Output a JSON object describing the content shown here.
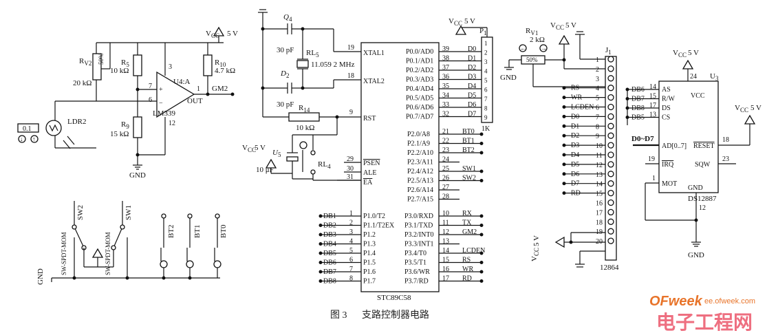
{
  "labels": {
    "vcc": "V",
    "vcc_sub": "CC",
    "five_v": "5 V",
    "gnd": "GND",
    "c_val": "0.1",
    "ldr": "LDR2",
    "rv2_name": "R",
    "rv2_sub": "V2",
    "rv2_val": "20 kΩ",
    "rv2_pct": "50%",
    "r5_name": "R",
    "r5_sub": "5",
    "r5_val": "10 kΩ",
    "r9_name": "R",
    "r9_sub": "9",
    "r9_val": "15 kΩ",
    "r10_name": "R",
    "r10_sub": "10",
    "r10_val": "4.7 kΩ",
    "u4a": "U4:A",
    "lm339": "LM339",
    "out": "OUT",
    "gm2": "GM2",
    "q4": "Q",
    "q4_sub": "4",
    "d2": "D",
    "d2_sub": "2",
    "c30a": "30 pF",
    "c30b": "30 pF",
    "rl5": "RL",
    "rl5_sub": "5",
    "xtal": "11.059 2 MHz",
    "r14": "R",
    "r14_sub": "14",
    "r14_val": "10 kΩ",
    "u5": "U",
    "u5_sub": "5",
    "u5_val": "10 μF",
    "rl4": "RL",
    "rl4_sub": "4",
    "mcu": "STC89C58",
    "p1": "P",
    "p1_sub": "1",
    "p1_1k": "1K",
    "rv1": "R",
    "rv1_sub": "V1",
    "rv1_val": "2 kΩ",
    "rv1_pct": "50%",
    "j1": "J",
    "j1_sub": "1",
    "lcd": "12864",
    "u3": "U",
    "u3_sub": "3",
    "ds": "DS12887",
    "d0d7": "D0~D7",
    "sw2": "SW2",
    "sw1": "SW1",
    "sw_mom1": "SW-SPDT-MOM",
    "sw_mom2": "SW-SPDT-MOM",
    "bt2": "BT2",
    "bt1": "BT1",
    "bt0": "BT0"
  },
  "comparator_pins": [
    "3",
    "7",
    "6",
    "12",
    "1"
  ],
  "mcu_left": [
    {
      "num": "19",
      "name": "XTAL1"
    },
    {
      "num": "18",
      "name": "XTAL2"
    },
    {
      "num": "9",
      "name": "RST"
    },
    {
      "num": "29",
      "name": "PSEN"
    },
    {
      "num": "30",
      "name": "ALE"
    },
    {
      "num": "31",
      "name": "EA"
    }
  ],
  "mcu_right_p0": [
    {
      "name": "P0.0/AD0",
      "num": "39",
      "net": "D0"
    },
    {
      "name": "P0.1/AD1",
      "num": "38",
      "net": "D1"
    },
    {
      "name": "P0.2/AD2",
      "num": "37",
      "net": "D2"
    },
    {
      "name": "P0.3/AD3",
      "num": "36",
      "net": "D3"
    },
    {
      "name": "P0.4/AD4",
      "num": "35",
      "net": "D4"
    },
    {
      "name": "P0.5/AD5",
      "num": "34",
      "net": "D5"
    },
    {
      "name": "P0.6/AD6",
      "num": "33",
      "net": "D6"
    },
    {
      "name": "P0.7/AD7",
      "num": "32",
      "net": "D7"
    }
  ],
  "mcu_right_p2": [
    {
      "name": "P2.0/A8",
      "num": "21",
      "net": "BT0"
    },
    {
      "name": "P2.1/A9",
      "num": "22",
      "net": "BT1"
    },
    {
      "name": "P2.2/A10",
      "num": "23",
      "net": "BT2"
    },
    {
      "name": "P2.3/A11",
      "num": "24",
      "net": ""
    },
    {
      "name": "P2.4/A12",
      "num": "25",
      "net": "SW1"
    },
    {
      "name": "P2.5/A13",
      "num": "26",
      "net": "SW2"
    },
    {
      "name": "P2.6/A14",
      "num": "27",
      "net": ""
    },
    {
      "name": "P2.7/A15",
      "num": "28",
      "net": ""
    }
  ],
  "mcu_p1": [
    {
      "net": "DB1",
      "num": "1",
      "name": "P1.0/T2"
    },
    {
      "net": "DB2",
      "num": "2",
      "name": "P1.1/T2EX"
    },
    {
      "net": "DB3",
      "num": "3",
      "name": "P1.2"
    },
    {
      "net": "DB4",
      "num": "4",
      "name": "P1.3"
    },
    {
      "net": "DB5",
      "num": "5",
      "name": "P1.4"
    },
    {
      "net": "DB6",
      "num": "6",
      "name": "P1.5"
    },
    {
      "net": "DB7",
      "num": "7",
      "name": "P1.6"
    },
    {
      "net": "DB8",
      "num": "8",
      "name": "P1.7"
    }
  ],
  "mcu_p3": [
    {
      "name": "P3.0/RXD",
      "num": "10",
      "net": "RX"
    },
    {
      "name": "P3.1/TXD",
      "num": "11",
      "net": "TX"
    },
    {
      "name": "P3.2/INT0",
      "num": "12",
      "net": "GM2"
    },
    {
      "name": "P3.3/INT1",
      "num": "13",
      "net": ""
    },
    {
      "name": "P3.4/T0",
      "num": "14",
      "net": "LCDEN"
    },
    {
      "name": "P3.5/T1",
      "num": "15",
      "net": "RS"
    },
    {
      "name": "P3.6/WR",
      "num": "16",
      "net": "WR"
    },
    {
      "name": "P3.7/RD",
      "num": "17",
      "net": "RD"
    }
  ],
  "p1_pins": [
    "1",
    "2",
    "3",
    "4",
    "5",
    "6",
    "7",
    "8",
    "9"
  ],
  "j1_pins": [
    {
      "num": "1",
      "net": ""
    },
    {
      "num": "2",
      "net": ""
    },
    {
      "num": "3",
      "net": ""
    },
    {
      "num": "4",
      "net": "RS"
    },
    {
      "num": "5",
      "net": "WR"
    },
    {
      "num": "6",
      "net": "LCDEN"
    },
    {
      "num": "7",
      "net": "D0"
    },
    {
      "num": "8",
      "net": "D1"
    },
    {
      "num": "9",
      "net": "D2"
    },
    {
      "num": "10",
      "net": "D3"
    },
    {
      "num": "11",
      "net": "D4"
    },
    {
      "num": "12",
      "net": "D5"
    },
    {
      "num": "13",
      "net": "D6"
    },
    {
      "num": "14",
      "net": "D7"
    },
    {
      "num": "15",
      "net": "RD"
    },
    {
      "num": "16",
      "net": ""
    },
    {
      "num": "17",
      "net": ""
    },
    {
      "num": "18",
      "net": ""
    },
    {
      "num": "19",
      "net": ""
    },
    {
      "num": "20",
      "net": ""
    }
  ],
  "u3_left": [
    {
      "net": "DB6",
      "num": "14",
      "name": "AS"
    },
    {
      "net": "DB7",
      "num": "15",
      "name": "R/W"
    },
    {
      "net": "DB8",
      "num": "17",
      "name": "DS"
    },
    {
      "net": "DB5",
      "num": "13",
      "name": "CS"
    }
  ],
  "u3_pins": {
    "vcc": "VCC",
    "vcc_num": "24",
    "ad": "AD[0..7]",
    "irq": "IRQ",
    "irq_num": "19",
    "mot": "MOT",
    "mot_num": "1",
    "gnd": "GND",
    "gnd_num": "12",
    "reset": "RESET",
    "reset_num": "18",
    "sqw": "SQW",
    "sqw_num": "23"
  },
  "caption": {
    "fig": "图 3",
    "title": "支路控制器电路"
  },
  "watermark": {
    "brand": "OFweek",
    "site": "ee.ofweek.com",
    "cn": "电子工程网"
  }
}
